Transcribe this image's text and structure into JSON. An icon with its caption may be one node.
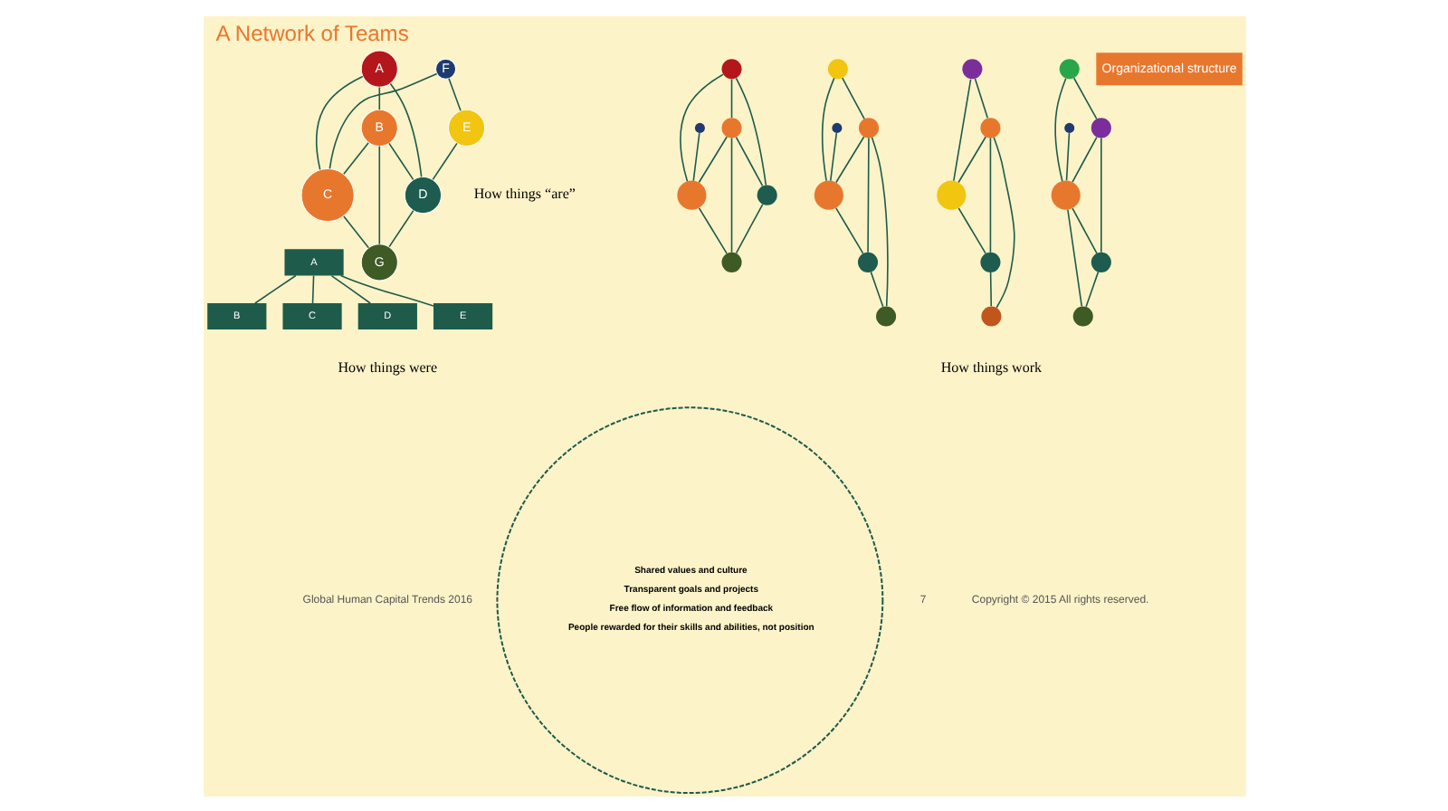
{
  "diagram": {
    "title": "A Network of Teams",
    "nodes": [
      {
        "text": [
          "A"
        ]
      },
      {
        "text": [
          "B"
        ]
      },
      {
        "text": [
          "C"
        ]
      },
      {
        "text": [
          "D"
        ]
      },
      {
        "text": [
          "E"
        ]
      },
      {
        "text": [
          "A"
        ]
      },
      {
        "text": [
          "B"
        ]
      },
      {
        "text": [
          "C"
        ]
      },
      {
        "text": [
          "D"
        ]
      },
      {
        "text": [
          "E"
        ]
      },
      {
        "text": [
          "F"
        ]
      },
      {
        "text": [
          "G"
        ]
      },
      {
        "text": [
          "Shared values and culture",
          "Transparent goals and projects",
          "Free flow of information and feedback",
          "People rewarded for their skills and abilities, not position"
        ]
      },
      {
        "text": [],
        "shape": "circle"
      },
      {
        "text": [],
        "shape": "circle"
      },
      {
        "text": [],
        "shape": "circle"
      },
      {
        "text": [],
        "shape": "circle"
      },
      {
        "text": [],
        "shape": "circle"
      },
      {
        "text": [],
        "shape": "circle"
      },
      {
        "text": [],
        "shape": "circle"
      },
      {
        "text": [],
        "shape": "circle"
      },
      {
        "text": [],
        "shape": "circle"
      },
      {
        "text": [],
        "shape": "circle"
      },
      {
        "text": [],
        "shape": "circle"
      },
      {
        "text": [],
        "shape": "circle"
      },
      {
        "text": [],
        "shape": "circle"
      },
      {
        "text": [],
        "shape": "circle"
      },
      {
        "text": [],
        "shape": "circle"
      },
      {
        "text": [],
        "shape": "circle"
      },
      {
        "text": [],
        "shape": "circle"
      },
      {
        "text": [],
        "shape": "circle"
      },
      {
        "text": [],
        "shape": "circle"
      },
      {
        "text": [],
        "shape": "circle"
      },
      {
        "text": [],
        "shape": "circle"
      },
      {
        "text": [],
        "shape": "circle"
      },
      {
        "text": [],
        "shape": "circle"
      }
    ],
    "edges": [
      {
        "from": 0,
        "to": 1,
        "arrow": "none"
      },
      {
        "from": 0,
        "to": 2,
        "arrow": "none"
      },
      {
        "from": 0,
        "to": 3,
        "arrow": "none"
      },
      {
        "from": 0,
        "to": 4,
        "arrow": "none"
      },
      {
        "from": 5,
        "to": 6,
        "arrow": "none"
      },
      {
        "from": 5,
        "to": 7,
        "arrow": "none"
      },
      {
        "from": 5,
        "to": 8,
        "arrow": "none"
      },
      {
        "from": 6,
        "to": 7,
        "arrow": "none"
      },
      {
        "from": 6,
        "to": 11,
        "arrow": "none"
      },
      {
        "from": 6,
        "to": 8,
        "arrow": "none"
      },
      {
        "from": 10,
        "to": 7,
        "arrow": "none"
      },
      {
        "from": 10,
        "to": 9,
        "arrow": "none"
      },
      {
        "from": 9,
        "to": 8,
        "arrow": "none"
      },
      {
        "from": 7,
        "to": 11,
        "arrow": "none"
      },
      {
        "from": 8,
        "to": 11,
        "arrow": "none"
      },
      {
        "from": 13,
        "to": 14,
        "arrow": "none"
      },
      {
        "from": 13,
        "to": 16,
        "arrow": "none"
      },
      {
        "from": 13,
        "to": 17,
        "arrow": "none"
      },
      {
        "from": 14,
        "to": 16,
        "arrow": "none"
      },
      {
        "from": 14,
        "to": 18,
        "arrow": "none"
      },
      {
        "from": 14,
        "to": 17,
        "arrow": "none"
      },
      {
        "from": 15,
        "to": 16,
        "arrow": "none"
      },
      {
        "from": 16,
        "to": 18,
        "arrow": "none"
      },
      {
        "from": 17,
        "to": 18,
        "arrow": "none"
      },
      {
        "from": 20,
        "to": 19,
        "arrow": "none"
      },
      {
        "from": 20,
        "to": 22,
        "arrow": "none"
      },
      {
        "from": 19,
        "to": 22,
        "arrow": "none"
      },
      {
        "from": 19,
        "to": 23,
        "arrow": "none"
      },
      {
        "from": 19,
        "to": 24,
        "arrow": "none"
      },
      {
        "from": 21,
        "to": 22,
        "arrow": "none"
      },
      {
        "from": 22,
        "to": 23,
        "arrow": "none"
      },
      {
        "from": 23,
        "to": 24,
        "arrow": "none"
      },
      {
        "from": 26,
        "to": 25,
        "arrow": "none"
      },
      {
        "from": 26,
        "to": 27,
        "arrow": "none"
      },
      {
        "from": 25,
        "to": 27,
        "arrow": "none"
      },
      {
        "from": 25,
        "to": 28,
        "arrow": "none"
      },
      {
        "from": 25,
        "to": 29,
        "arrow": "none"
      },
      {
        "from": 27,
        "to": 28,
        "arrow": "none"
      },
      {
        "from": 28,
        "to": 29,
        "arrow": "none"
      },
      {
        "from": 31,
        "to": 30,
        "arrow": "none"
      },
      {
        "from": 31,
        "to": 33,
        "arrow": "none"
      },
      {
        "from": 30,
        "to": 33,
        "arrow": "none"
      },
      {
        "from": 30,
        "to": 34,
        "arrow": "none"
      },
      {
        "from": 32,
        "to": 33,
        "arrow": "none"
      },
      {
        "from": 33,
        "to": 34,
        "arrow": "none"
      },
      {
        "from": 33,
        "to": 35,
        "arrow": "none"
      },
      {
        "from": 34,
        "to": 35,
        "arrow": "none"
      }
    ],
    "labels": [
      "Organizational structure",
      "How things were",
      "How things “are”",
      "How things work",
      "7",
      "Global Human Capital Trends 2016",
      "Copyright © 2015 All rights reserved."
    ]
  }
}
